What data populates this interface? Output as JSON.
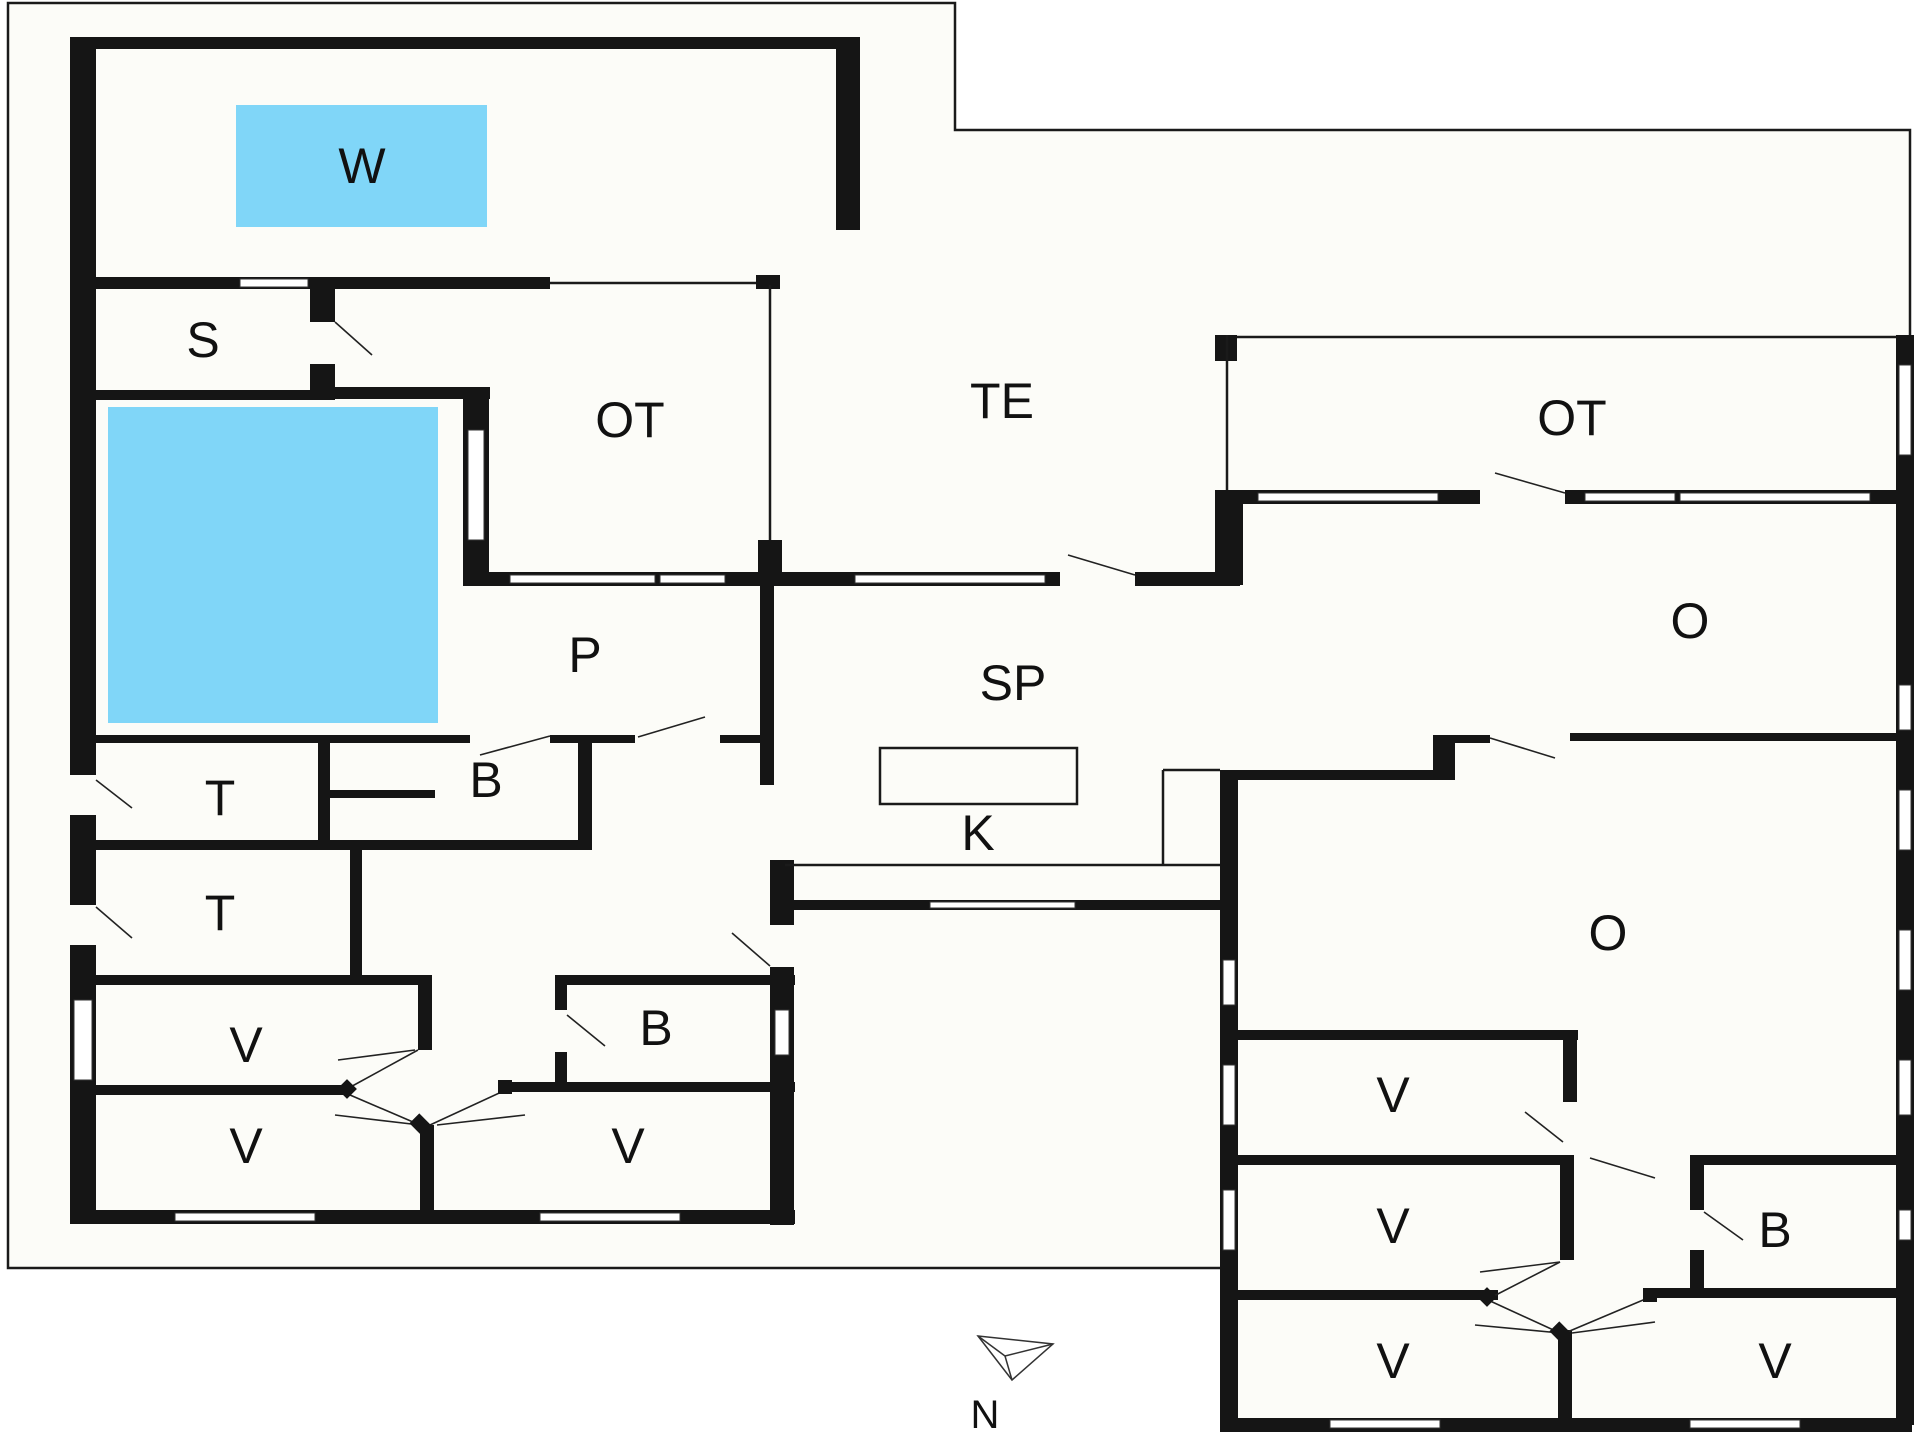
{
  "plan": {
    "colors": {
      "wall": "#151515",
      "floor": "#fcfcf8",
      "water": "#80d6f8"
    },
    "rooms": [
      {
        "key": "whirlpool",
        "label": "W"
      },
      {
        "key": "storage",
        "label": "S"
      },
      {
        "key": "activity_room_west",
        "label": "OT"
      },
      {
        "key": "terrace",
        "label": "TE"
      },
      {
        "key": "activity_room_east",
        "label": "OT"
      },
      {
        "key": "pool_area",
        "label": "P"
      },
      {
        "key": "living_dining",
        "label": "SP"
      },
      {
        "key": "kitchen",
        "label": "K"
      },
      {
        "key": "living_east",
        "label": "O"
      },
      {
        "key": "living_south_east",
        "label": "O"
      },
      {
        "key": "toilet_1",
        "label": "T"
      },
      {
        "key": "bathroom_1",
        "label": "B"
      },
      {
        "key": "toilet_2",
        "label": "T"
      },
      {
        "key": "bedroom_1",
        "label": "V"
      },
      {
        "key": "bathroom_2",
        "label": "B"
      },
      {
        "key": "bedroom_2",
        "label": "V"
      },
      {
        "key": "bedroom_3",
        "label": "V"
      },
      {
        "key": "bedroom_4",
        "label": "V"
      },
      {
        "key": "bedroom_5",
        "label": "V"
      },
      {
        "key": "bathroom_3",
        "label": "B"
      },
      {
        "key": "bedroom_6",
        "label": "V"
      },
      {
        "key": "bedroom_7",
        "label": "V"
      }
    ],
    "compass": {
      "label": "N",
      "icon": "compass-arrow-icon"
    }
  }
}
